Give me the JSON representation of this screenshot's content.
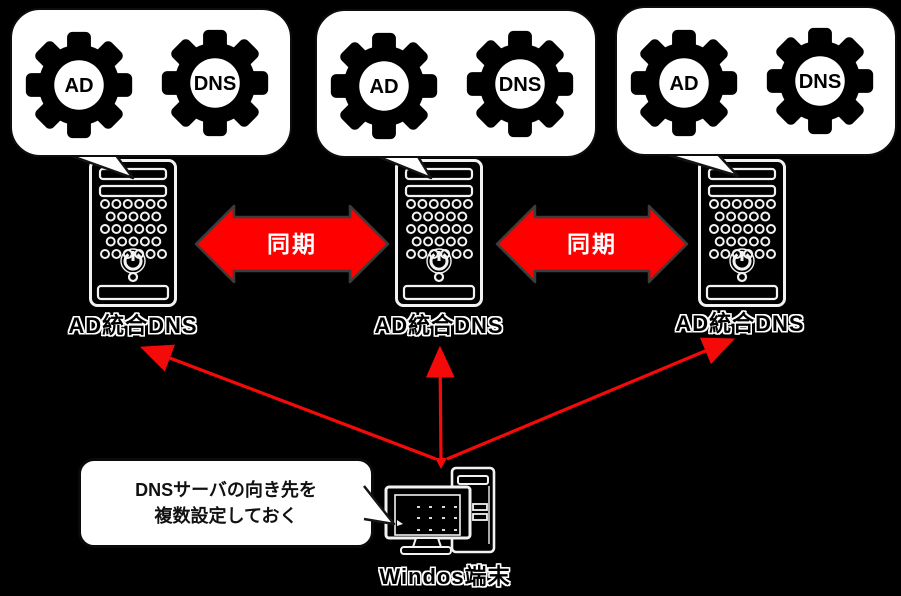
{
  "clusters": [
    {
      "gears": {
        "left": "AD",
        "right": "DNS"
      },
      "server_label": "AD統合DNS"
    },
    {
      "gears": {
        "left": "AD",
        "right": "DNS"
      },
      "server_label": "AD統合DNS"
    },
    {
      "gears": {
        "left": "AD",
        "right": "DNS"
      },
      "server_label": "AD統合DNS"
    }
  ],
  "sync_arrows": [
    {
      "label": "同期"
    },
    {
      "label": "同期"
    }
  ],
  "note": {
    "line1": "DNSサーバの向き先を",
    "line2": "複数設定しておく"
  },
  "client": {
    "label": "Windos端末"
  },
  "colors": {
    "background": "#000000",
    "bubble_bg": "#ffffff",
    "sync_arrow_red": "#fe0000",
    "thin_arrow_red": "#f50a0a",
    "icon_outline": "#f2f2f2"
  }
}
